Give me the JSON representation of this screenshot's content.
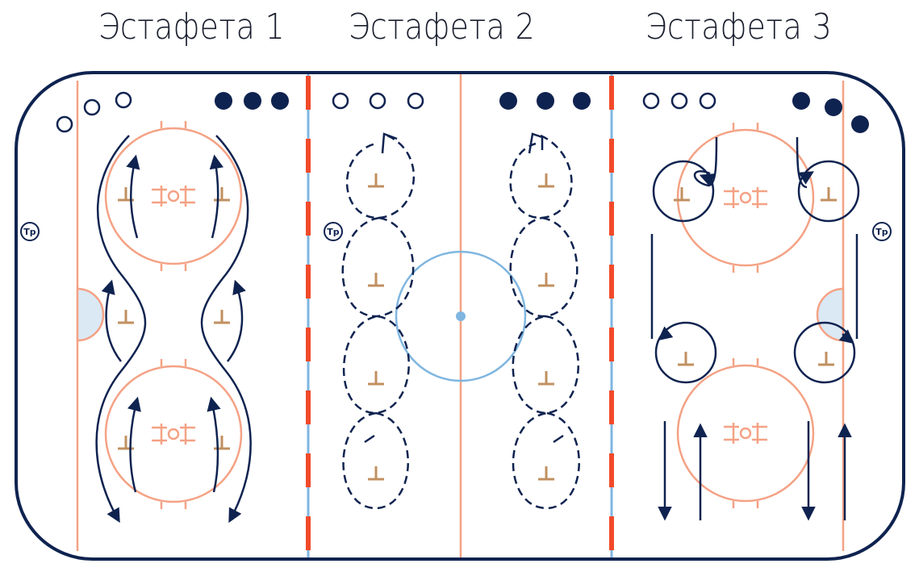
{
  "titles": [
    "Эстафета 1",
    "Эстафета 2",
    "Эстафета 3"
  ],
  "coach_label": "Тр",
  "colors": {
    "board": "#0f2350",
    "red_line": "#f24a2a",
    "blue_line": "#7fb6e0",
    "zone_line": "#f4a285",
    "cone": "#c09060",
    "crease_fill": "#dbe9f5",
    "player": "#0f2350"
  }
}
